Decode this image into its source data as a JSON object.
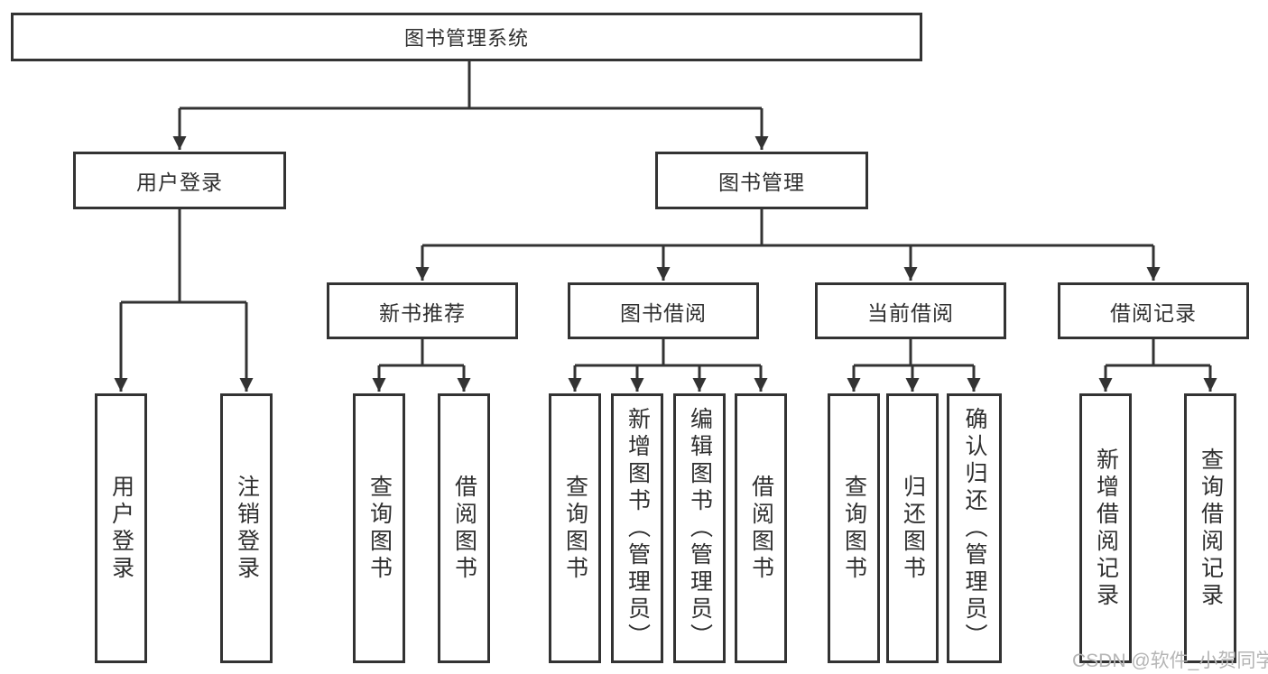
{
  "diagram": {
    "type": "tree",
    "title": "图书管理系统",
    "colors": {
      "line": "#333333",
      "text": "#2f2f2f",
      "box_bg": "#ffffff",
      "watermark": "#b5b5b5"
    },
    "level2": {
      "user_login": "用户登录",
      "book_management": "图书管理"
    },
    "level3": {
      "new_book_recommend": "新书推荐",
      "book_borrowing": "图书借阅",
      "current_borrowing": "当前借阅",
      "borrowing_records": "借阅记录"
    },
    "leaves": {
      "user_login": [
        "用户登录",
        "注销登录"
      ],
      "new_book_recommend": [
        "查询图书",
        "借阅图书"
      ],
      "book_borrowing": [
        "查询图书",
        "新增图书（管理员）",
        "编辑图书（管理员）",
        "借阅图书"
      ],
      "current_borrowing": [
        "查询图书",
        "归还图书",
        "确认归还（管理员）"
      ],
      "borrowing_records": [
        "新增借阅记录",
        "查询借阅记录"
      ]
    },
    "watermark": "CSDN @软件_小贺同学"
  }
}
